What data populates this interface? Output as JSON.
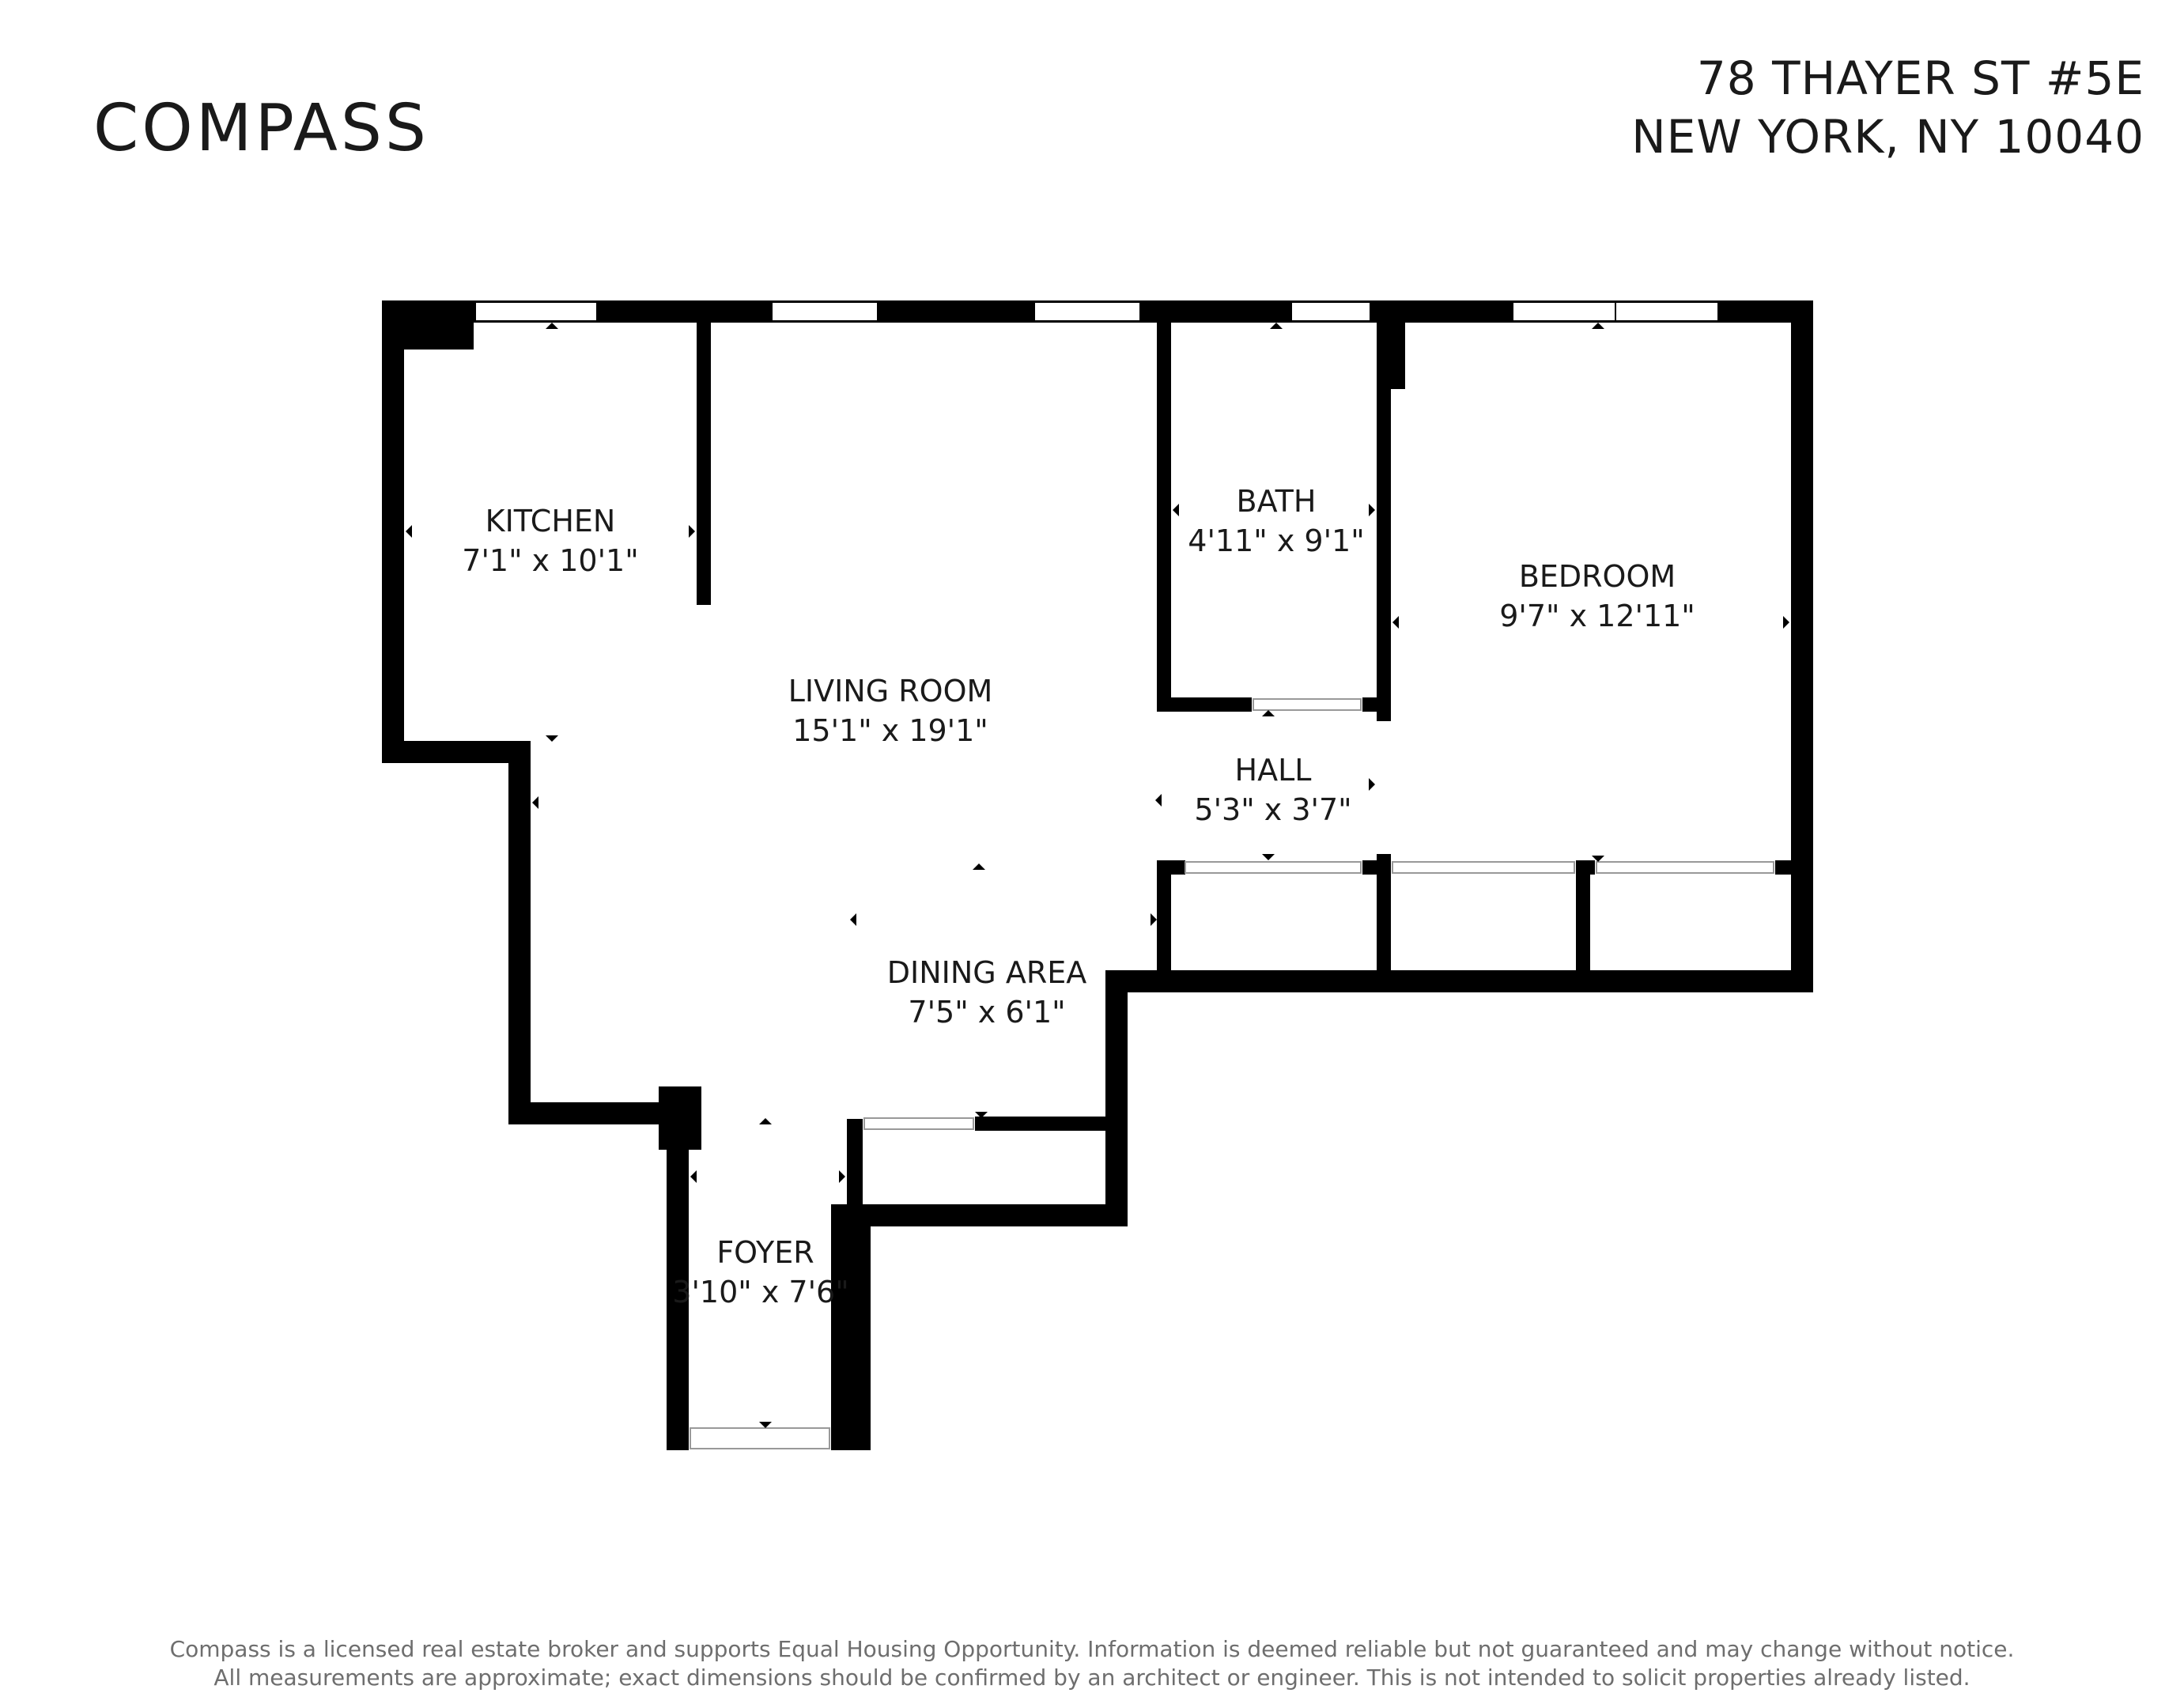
{
  "brand": {
    "logo_text": "COMPASS"
  },
  "address": {
    "line1": "78 THAYER ST #5E",
    "line2": "NEW YORK, NY 10040"
  },
  "rooms": [
    {
      "name": "KITCHEN",
      "dims": "7'1\" x 10'1\""
    },
    {
      "name": "LIVING ROOM",
      "dims": "15'1\" x 19'1\""
    },
    {
      "name": "BATH",
      "dims": "4'11\" x 9'1\""
    },
    {
      "name": "BEDROOM",
      "dims": "9'7\" x 12'11\""
    },
    {
      "name": "HALL",
      "dims": "5'3\" x 3'7\""
    },
    {
      "name": "DINING AREA",
      "dims": "7'5\" x 6'1\""
    },
    {
      "name": "FOYER",
      "dims": "3'10\" x 7'6\""
    }
  ],
  "disclaimer": {
    "line1": "Compass is a licensed real estate broker and supports Equal Housing Opportunity. Information is deemed reliable but not guaranteed and may change without notice.",
    "line2": "All measurements are approximate; exact dimensions should be confirmed by an architect or engineer. This is not intended to solicit properties already listed."
  },
  "colors": {
    "wall": "#000000",
    "text": "#1a1a1a",
    "disclaimer": "#6e6e6e",
    "window": "#ffffff"
  }
}
